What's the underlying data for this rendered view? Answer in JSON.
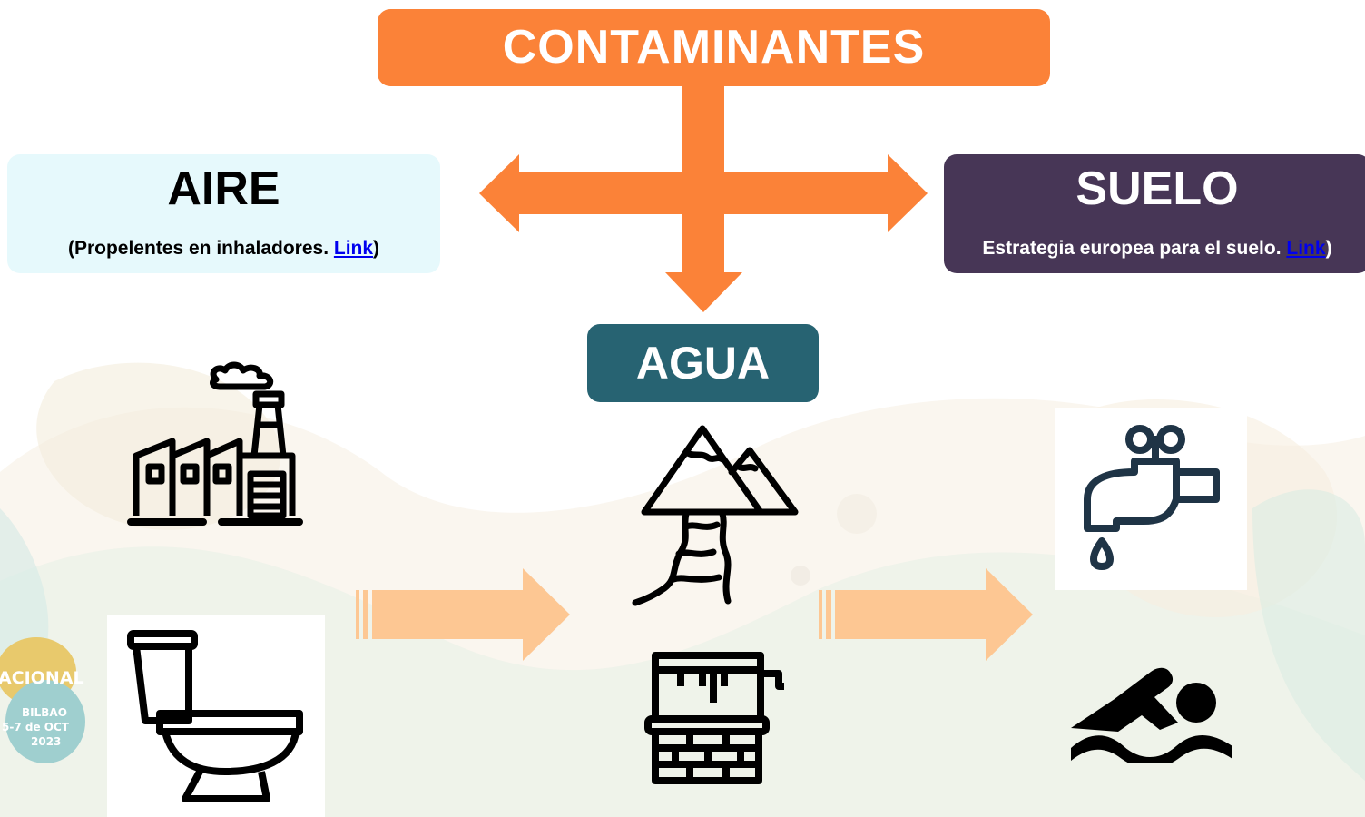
{
  "diagram": {
    "title": "CONTAMINANTES",
    "aire": {
      "heading": "AIRE",
      "note_prefix": "(Propelentes en inhaladores. ",
      "link_text": "Link",
      "note_suffix": ")"
    },
    "suelo": {
      "heading": "SUELO",
      "note_prefix": "Estrategia europea para el suelo. ",
      "link_text": "Link",
      "note_suffix": ")"
    },
    "agua": {
      "heading": "AGUA"
    }
  },
  "logo": {
    "line1": "ACIONAL",
    "line2": "BILBAO",
    "line3": "5-7 de OCT",
    "line4": "2023"
  },
  "icons": [
    "factory-icon",
    "toilet-icon",
    "mountain-river-icon",
    "well-icon",
    "faucet-icon",
    "swimmer-icon"
  ],
  "colors": {
    "orange": "#fb8238",
    "air_box": "#e6f9fc",
    "soil_box": "#473656",
    "water_box": "#276372",
    "flow_arrow": "#fdc793"
  }
}
